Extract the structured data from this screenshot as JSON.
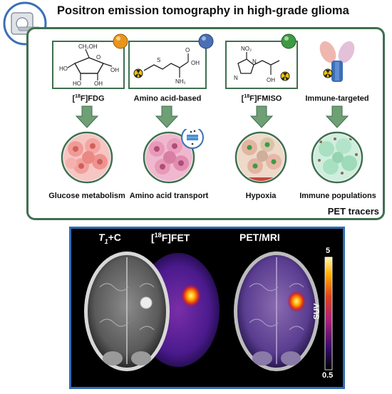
{
  "title": "Positron emission tomography in high-grade glioma",
  "tracers": [
    {
      "name_pre": "[",
      "name_sup": "18",
      "name_post": "F]FDG",
      "process": "Glucose metabolism",
      "color": "#e8951c"
    },
    {
      "name_pre": "",
      "name_sup": "",
      "name_post": "Amino acid-based",
      "process": "Amino acid transport",
      "color": "#4a6fb5"
    },
    {
      "name_pre": "[",
      "name_sup": "18",
      "name_post": "F]FMISO",
      "process": "Hypoxia",
      "color": "#3f9a43"
    },
    {
      "name_pre": "",
      "name_sup": "",
      "name_post": "Immune-targeted",
      "process": "Immune populations",
      "color": ""
    }
  ],
  "panel_footer": "PET tracers",
  "molecule_labels": {
    "fdg": [
      "CH₂OH",
      "O",
      "HO",
      "HO",
      "OH",
      "OH"
    ],
    "amino": [
      "S",
      "O",
      "OH",
      "NH₂"
    ],
    "fmiso": [
      "NO₂",
      "N",
      "N",
      "OH"
    ]
  },
  "imaging": {
    "t1_title_italic": "T",
    "t1_title_sub": "1",
    "t1_title_rest": "+C",
    "fet_pre": "[",
    "fet_sup": "18",
    "fet_post": "F]FET",
    "fusion_title": "PET/MRI",
    "colorbar_max": "5",
    "colorbar_min": "0.5",
    "colorbar_label": "SUV"
  }
}
